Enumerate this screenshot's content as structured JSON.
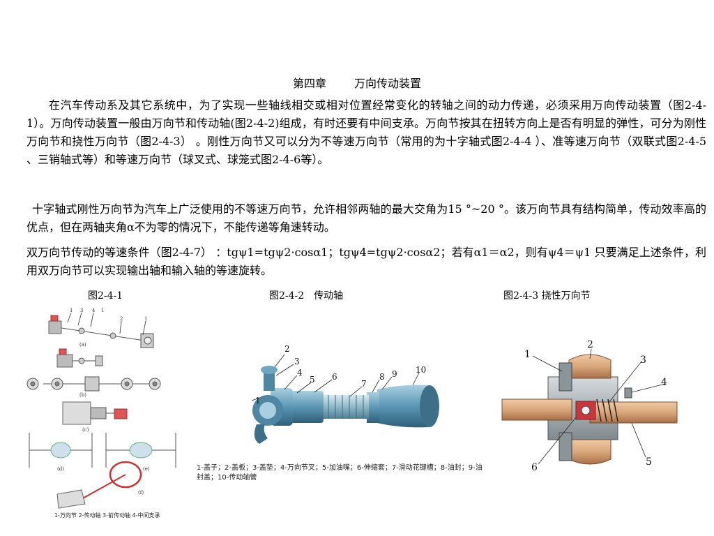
{
  "heading": {
    "chapter": "第四章",
    "name": "万向传动装置"
  },
  "paragraphs": [
    "在汽车传动系及其它系统中，为了实现一些轴线相交或相对位置经常变化的转轴之间的动力传递，必须采用万向传动装置（图2-4-1）。万向传动装置一般由万向节和传动轴(图2-4-2)组成，有时还要有中间支承。万向节按其在扭转方向上是否有明显的弹性，可分为刚性万向节和挠性万向节（图2-4-3） 。刚性万向节又可以分为不等速万向节（常用的为十字轴式图2-4-4 ）、准等速万向节（双联式图2-4-5 、三销轴式等）和等速万向节（球叉式、球笼式图2-4-6等）。",
    "十字轴式刚性万向节为汽车上广泛使用的不等速万向节，允许相邻两轴的最大交角为15 °~20 °。该万向节具有结构简单，传动效率高的优点，但在两轴夹角α不为零的情况下，不能传递等角速转动。",
    "双万向节传动的等速条件（图2-4-7） ：tgψ1=tgψ2·cosα1；tgψ4=tgψ2·cosα2；若有α1＝α2，则有ψ4＝ψ1 只要满足上述条件，利用双万向节可以实现输出轴和输入轴的等速旋转。"
  ],
  "figures": {
    "fig1": {
      "caption": "图2-4-1",
      "legend": "1-万向节 2-传动轴 3-前传动轴 4-中间支承",
      "sub_labels": [
        "(a)",
        "(b)",
        "(c)",
        "(d)",
        "(e)",
        "(f)"
      ],
      "part_numbers": [
        "1",
        "3",
        "4",
        "1",
        "2",
        "1"
      ]
    },
    "fig2": {
      "caption": "图2-4-2　传动轴",
      "legend": "1-盖子；2-盖板；3-盖垫；4-万向节叉；5-加油嘴；6-伸缩套；7-滑动花键槽；8-油封；9-油封盖；10-传动轴管",
      "part_numbers": [
        "1",
        "2",
        "3",
        "4",
        "5",
        "6",
        "7",
        "8",
        "9",
        "10"
      ]
    },
    "fig3": {
      "caption": "图2-4-3 挠性万向节",
      "part_numbers": [
        "1",
        "2",
        "3",
        "4",
        "5",
        "6"
      ]
    }
  },
  "colors": {
    "text": "#000000",
    "steel_blue": "#5b96b4",
    "steel_dark": "#2f5f78",
    "copper": "#d9a77a",
    "housing_gray": "#9aa3a8",
    "red_part": "#c8373c"
  }
}
